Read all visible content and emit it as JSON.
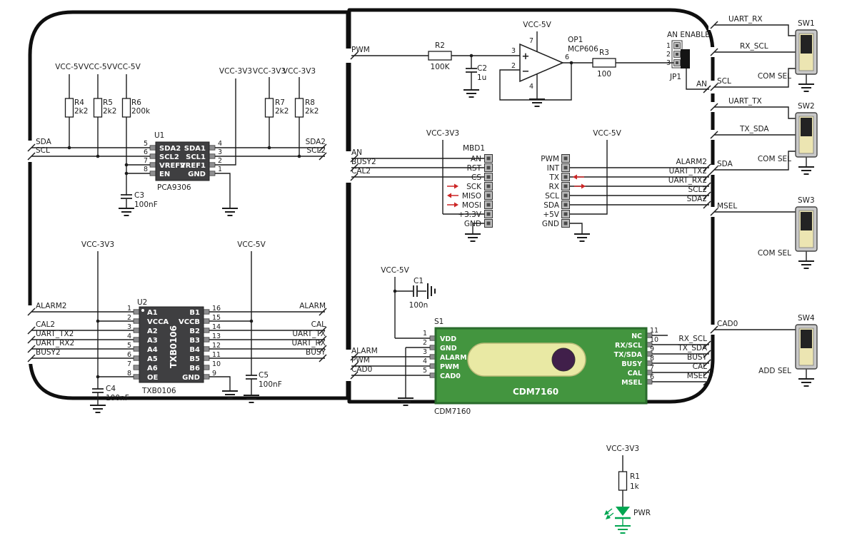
{
  "power": {
    "vcc5v": "VCC-5V",
    "vcc3v3": "VCC-3V3"
  },
  "resistors": {
    "r1": {
      "ref": "R1",
      "value": "1k"
    },
    "r2": {
      "ref": "R2",
      "value": "100K"
    },
    "r3": {
      "ref": "R3",
      "value": "100"
    },
    "r4": {
      "ref": "R4",
      "value": "2k2"
    },
    "r5": {
      "ref": "R5",
      "value": "2k2"
    },
    "r6": {
      "ref": "R6",
      "value": "200k"
    },
    "r7": {
      "ref": "R7",
      "value": "2k2"
    },
    "r8": {
      "ref": "R8",
      "value": "2k2"
    }
  },
  "capacitors": {
    "c1": {
      "ref": "C1",
      "value": "100n"
    },
    "c2": {
      "ref": "C2",
      "value": "1u"
    },
    "c3": {
      "ref": "C3",
      "value": "100nF"
    },
    "c4": {
      "ref": "C4",
      "value": "100nF"
    },
    "c5": {
      "ref": "C5",
      "value": "100nF"
    }
  },
  "u1": {
    "ref": "U1",
    "part": "PCA9306",
    "left_nets": [
      "SDA",
      "SCL"
    ],
    "right_nets": [
      "SDA2",
      "SCL2"
    ],
    "left_pins": [
      {
        "num": "5",
        "name": "SDA2"
      },
      {
        "num": "6",
        "name": "SCL2"
      },
      {
        "num": "7",
        "name": "VREF2"
      },
      {
        "num": "8",
        "name": "EN"
      }
    ],
    "right_pins": [
      {
        "num": "4",
        "name": "SDA1"
      },
      {
        "num": "3",
        "name": "SCL1"
      },
      {
        "num": "2",
        "name": "VREF1"
      },
      {
        "num": "1",
        "name": "GND"
      }
    ]
  },
  "u2": {
    "ref": "U2",
    "part": "TXB0106",
    "left_nets": [
      "ALARM2",
      "CAL2",
      "UART_TX2",
      "UART_RX2",
      "BUSY2"
    ],
    "right_nets": [
      "ALARM",
      "CAL",
      "UART_TX",
      "UART_RX",
      "BUSY"
    ],
    "left_pins": [
      {
        "num": "1",
        "name": "A1"
      },
      {
        "num": "2",
        "name": "VCCA"
      },
      {
        "num": "3",
        "name": "A2"
      },
      {
        "num": "4",
        "name": "A3"
      },
      {
        "num": "5",
        "name": "A4"
      },
      {
        "num": "6",
        "name": "A5"
      },
      {
        "num": "7",
        "name": "A6"
      },
      {
        "num": "8",
        "name": "OE"
      }
    ],
    "right_pins": [
      {
        "num": "16",
        "name": "B1"
      },
      {
        "num": "15",
        "name": "VCCB"
      },
      {
        "num": "14",
        "name": "B2"
      },
      {
        "num": "13",
        "name": "B3"
      },
      {
        "num": "12",
        "name": "B4"
      },
      {
        "num": "11",
        "name": "B5"
      },
      {
        "num": "10",
        "name": "B6"
      },
      {
        "num": "9",
        "name": "GND"
      }
    ]
  },
  "opamp": {
    "ref": "OP1",
    "part": "MCP606",
    "input_net": "PWM",
    "plus": "+",
    "minus": "−",
    "pins": {
      "non_inverting": "3",
      "inverting": "2",
      "output": "6",
      "power": "7",
      "ground": "4"
    }
  },
  "jp1": {
    "title": "AN ENABLE",
    "ref": "JP1",
    "pins": [
      "1",
      "2",
      "3"
    ],
    "output_net": "AN"
  },
  "mbd1": {
    "ref": "MBD1",
    "left_pins": [
      "AN",
      "RST",
      "CS",
      "SCK",
      "MISO",
      "MOSI",
      "+3.3V",
      "GND"
    ],
    "right_pins": [
      "PWM",
      "INT",
      "TX",
      "RX",
      "SCL",
      "SDA",
      "+5V",
      "GND"
    ],
    "left_nets": [
      "AN",
      "BUSY2",
      "CAL2"
    ],
    "right_nets": [
      "ALARM2",
      "UART_TX2",
      "UART_RX2",
      "SCL2",
      "SDA2"
    ]
  },
  "s1": {
    "ref": "S1",
    "part": "CDM7160",
    "left_pins": [
      {
        "num": "1",
        "name": "VDD"
      },
      {
        "num": "2",
        "name": "GND"
      },
      {
        "num": "3",
        "name": "ALARM"
      },
      {
        "num": "4",
        "name": "PWM"
      },
      {
        "num": "5",
        "name": "CAD0"
      }
    ],
    "right_pins": [
      {
        "num": "11",
        "name": "NC"
      },
      {
        "num": "10",
        "name": "RX/SCL"
      },
      {
        "num": "9",
        "name": "TX/SDA"
      },
      {
        "num": "8",
        "name": "BUSY"
      },
      {
        "num": "7",
        "name": "CAL"
      },
      {
        "num": "6",
        "name": "MSEL"
      }
    ],
    "left_nets": [
      "ALARM",
      "PWM",
      "CAD0"
    ],
    "right_nets": [
      "RX_SCL",
      "TX_SDA",
      "BUSY",
      "CAL",
      "MSEL"
    ]
  },
  "switches": [
    {
      "ref": "SW1",
      "label": "COM SEL",
      "nets": [
        "UART_RX",
        "RX_SCL",
        "SCL"
      ]
    },
    {
      "ref": "SW2",
      "label": "COM SEL",
      "nets": [
        "UART_TX",
        "TX_SDA",
        "SDA"
      ]
    },
    {
      "ref": "SW3",
      "label": "COM SEL",
      "nets": [
        "MSEL"
      ]
    },
    {
      "ref": "SW4",
      "label": "ADD SEL",
      "nets": [
        "CAD0"
      ]
    }
  ],
  "led": {
    "label": "PWR"
  }
}
